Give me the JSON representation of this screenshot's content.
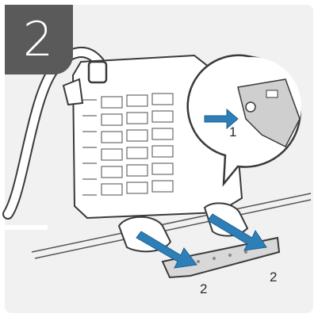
{
  "step": {
    "number": "2"
  },
  "callouts": {
    "zoom_label": "1",
    "arrow_left_label": "2",
    "arrow_right_label": "2"
  },
  "colors": {
    "panel_bg": "#f1f1f1",
    "badge_bg": "#5a5a5a",
    "arrow_blue": "#2e7fb8",
    "outline": "#3a3a3a"
  }
}
